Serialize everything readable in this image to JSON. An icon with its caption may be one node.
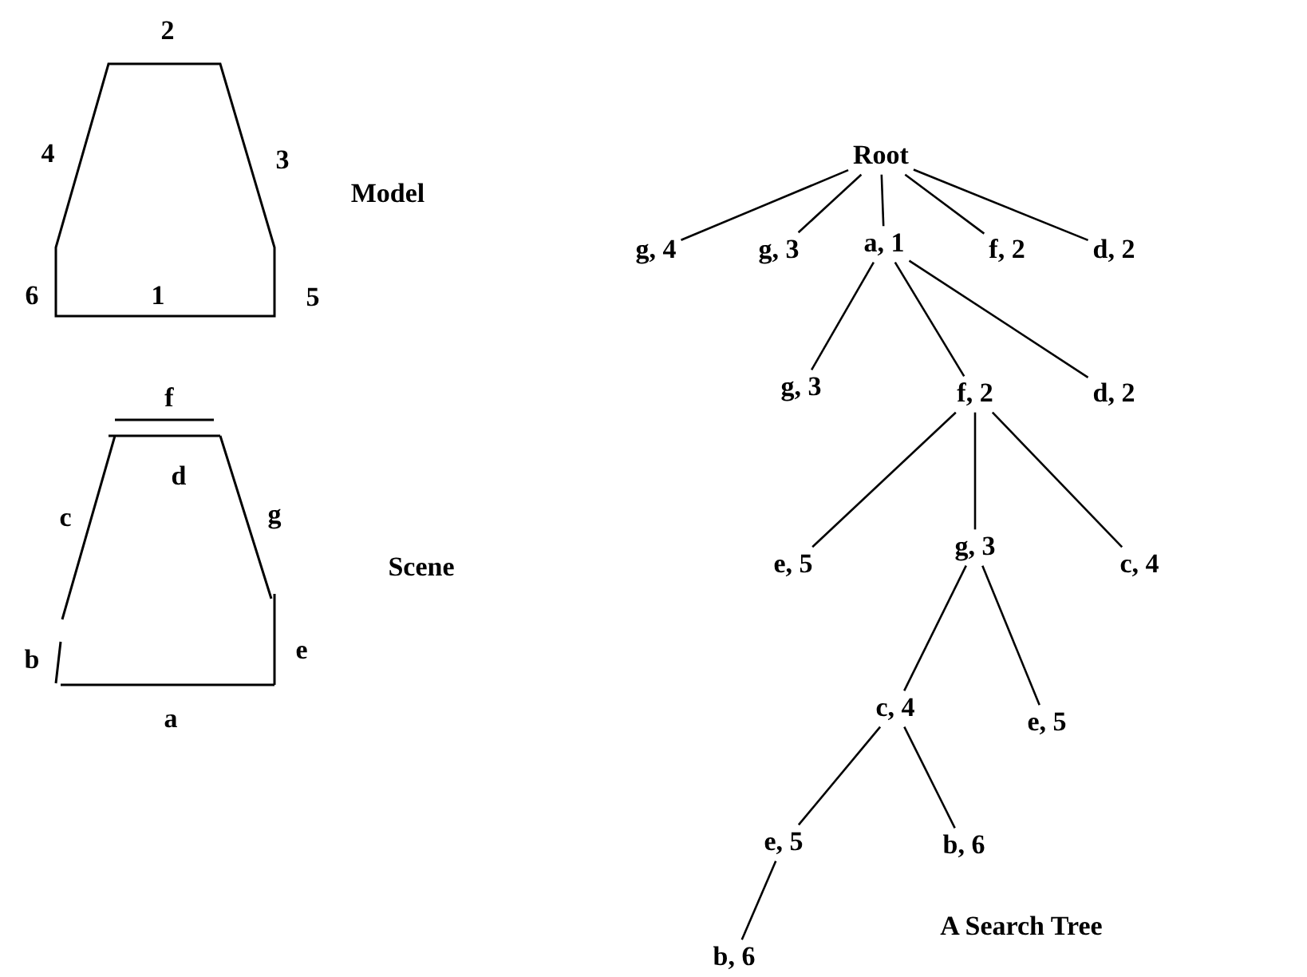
{
  "diagram": {
    "nodes": [
      {
        "text": [
          "Root"
        ]
      },
      {
        "text": [
          "g, 4"
        ]
      },
      {
        "text": [
          "g, 3"
        ]
      },
      {
        "text": [
          "a, 1"
        ]
      },
      {
        "text": [
          "f, 2"
        ]
      },
      {
        "text": [
          "d, 2"
        ]
      },
      {
        "text": [
          "g, 3"
        ]
      },
      {
        "text": [
          "f, 2"
        ]
      },
      {
        "text": [
          "d, 2"
        ]
      },
      {
        "text": [
          "e, 5"
        ]
      },
      {
        "text": [
          "g, 3"
        ]
      },
      {
        "text": [
          "c, 4"
        ]
      },
      {
        "text": [
          "c, 4"
        ]
      },
      {
        "text": [
          "e, 5"
        ]
      },
      {
        "text": [
          "e, 5"
        ]
      },
      {
        "text": [
          "b, 6"
        ]
      },
      {
        "text": [
          "b, 6"
        ]
      }
    ],
    "edges": [
      {
        "from": 0,
        "to": 1,
        "arrow": "none"
      },
      {
        "from": 0,
        "to": 2,
        "arrow": "none"
      },
      {
        "from": 0,
        "to": 3,
        "arrow": "none"
      },
      {
        "from": 0,
        "to": 4,
        "arrow": "none"
      },
      {
        "from": 0,
        "to": 5,
        "arrow": "none"
      },
      {
        "from": 3,
        "to": 6,
        "arrow": "none"
      },
      {
        "from": 3,
        "to": 7,
        "arrow": "none"
      },
      {
        "from": 3,
        "to": 8,
        "arrow": "none"
      },
      {
        "from": 7,
        "to": 9,
        "arrow": "none"
      },
      {
        "from": 7,
        "to": 10,
        "arrow": "none"
      },
      {
        "from": 7,
        "to": 11,
        "arrow": "none"
      },
      {
        "from": 10,
        "to": 12,
        "arrow": "none"
      },
      {
        "from": 10,
        "to": 13,
        "arrow": "none"
      },
      {
        "from": 12,
        "to": 14,
        "arrow": "none"
      },
      {
        "from": 12,
        "to": 15,
        "arrow": "none"
      },
      {
        "from": 14,
        "to": 16,
        "arrow": "none"
      }
    ],
    "labels": [
      "2",
      "4",
      "3",
      "Model",
      "6",
      "1",
      "5",
      "f",
      "d",
      "c",
      "g",
      "Scene",
      "b",
      "e",
      "a",
      "A Search Tree"
    ]
  }
}
